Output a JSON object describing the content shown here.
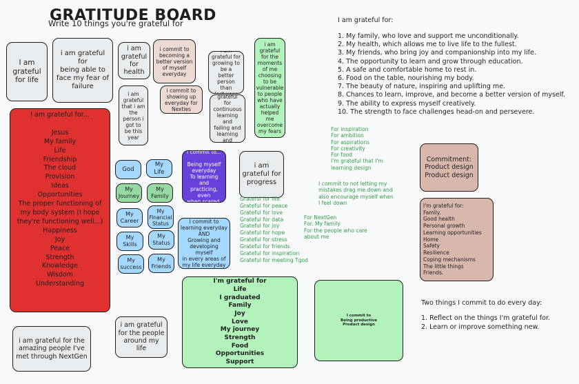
{
  "header": {
    "title": "GRATITUDE BOARD",
    "subtitle": "Write 10 things you're grateful for"
  },
  "cards": {
    "life": "I am\ngrateful\nfor life",
    "fear": "i am grateful for\nbeing able to\nface my fear of\nfailure",
    "health": "i am\ngrateful\nfor\nhealth",
    "becoming": "i commit to\nbecoming a\nbetter version\nof myself\neveryday",
    "showing_up": "i commit to\nshowing up\neveryday for\nNexties",
    "person": "i am\ngrateful\nthat i am\nthe\nperson i\ngot to\nbe this\nyear",
    "growing": "i am\ngrateful for\ngrowing to\nbe a\nbetter\nperson than\nlast year",
    "continuous": "i am grateful\nfor\ncontinuous\nlearning and\nfailing and\nlearning and\nfailing",
    "moments": "i am\ngrateful\nfor the\nmoments\nof me\nchoosing\nto be\nvulnerable\nto people\nwho have\nactually\nhelped me\novercome\nmy fears",
    "red_list": "I am grateful for...\n\nJesus\nMy family\nLife\nFriendship\nThe cloud\nProvision\nIdeas\nOpportunities\nThe proper functioning of\nmy body system (I hope\nthey're functioning well...)\nHappiness\nJoy\nPeace\nStrength\nKnowledge\nWisdom\nUnderstanding",
    "purple": "I commit to...\n\nBeing myself\neveryday\nTo learning and\npracticing, even\nwhen scared.",
    "progress": "i am\ngrateful for\nprogress",
    "learning_everyday": "I commit to\nlearning everyday\nAND\nGrowing and\ndeveloping myself\nin every areas of\nmy life everyday",
    "nextgen_people": "i am grateful for the\namazing people I've\nmet through NextGen",
    "people_around": "i am grateful\nfor the people\naround my life",
    "commitment": "Commitment:\nProduct design\nProduct design",
    "productive": "I commit to\nBeing productive\nProduct design",
    "big_green": "I'm grateful for\nLife\nI graduated\nFamily\nJoy\nLove\nMy journey\nStrength\nFood\nOpportunities\nSupport",
    "tan_list": "I'm grateful for:\nFamily.\nGood health\nPersonal growth\nLearning opportunities\nHome\nSafety\nResilience\nCoping mechanisms\nThe little things\nFriends."
  },
  "small_notes": [
    {
      "label": "God"
    },
    {
      "label": "My Life"
    },
    {
      "label": "My\nJourney"
    },
    {
      "label": "My\nFamily"
    },
    {
      "label": "My\nCareer"
    },
    {
      "label": "My\nFinancial\nStatus"
    },
    {
      "label": "My Skills"
    },
    {
      "label": "My\nStatus"
    },
    {
      "label": "My\nsuccess"
    },
    {
      "label": "My\nFriends"
    }
  ],
  "right_list": {
    "heading": "I am grateful for:",
    "items": [
      "1. My family, who love and support me unconditionally.",
      "2. My health, which allows me to live life to the fullest.",
      "3. My friends, who bring joy and companionship into my life.",
      "4. The opportunity to learn and grow through education.",
      "5. A safe and comfortable home to rest in.",
      "6. Food on the table, nourishing my body.",
      "7. The beauty of nature, inspiring and uplifting me.",
      "8. Chances to learn, improve, and become a better version of myself.",
      "9. The ability to express myself creatively.",
      "10. The strength to face challenges head-on and persevere."
    ]
  },
  "green_texts": {
    "inspiration": "For inspiration\nFor ambition\nFor aspirations\nFor creativity\nFor food\nI'm grateful that I'm\nlearning design",
    "commit_mistakes": "I commit to not letting my\nmistakes drag me down and\nalso encourage myself when\nI feel down",
    "grateful_for": "Grateful for life\nGrateful for peace\nGrateful for love\nGrateful for data\nGrateful for joy\nGrateful for hope\nGrateful for stress\nGrateful for friends\nGrateful for inspiration\nGrateful for meeting Tgod",
    "nextgen": "For NextGen\nFor. My family\nFor the people who care\nabout me"
  },
  "commit_daily": {
    "heading": "Two things I commit to do every day:",
    "items": [
      "1. Reflect on the things I'm grateful for.",
      "2. Learn or improve something new."
    ]
  }
}
